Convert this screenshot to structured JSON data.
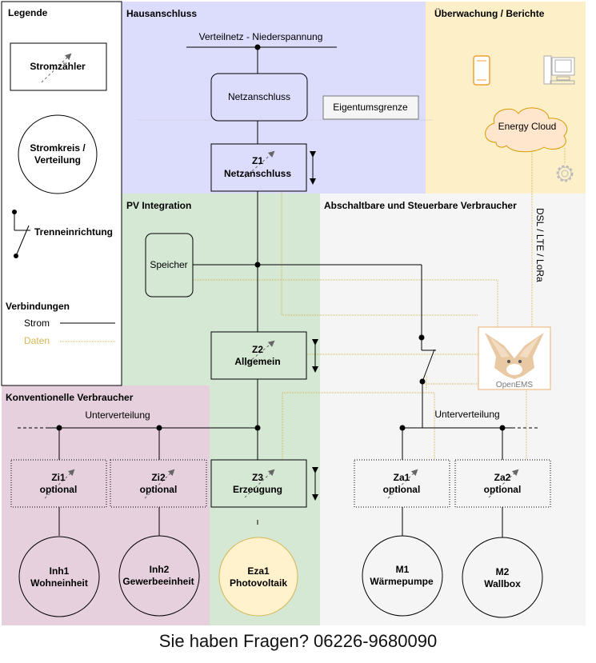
{
  "legend": {
    "title": "Legende",
    "meter": "Stromzähler",
    "circuit_line1": "Stromkreis /",
    "circuit_line2": "Verteilung",
    "disconnector": "Trenneinrichtung",
    "connections_title": "Verbindungen",
    "power": "Strom",
    "data": "Daten"
  },
  "zones": {
    "hausanschluss": "Hausanschluss",
    "monitoring": "Überwachung / Berichte",
    "pv": "PV Integration",
    "switchable": "Abschaltbare und Steuerbare Verbraucher",
    "conventional": "Konventionelle Verbraucher"
  },
  "grid": {
    "verteilnetz": "Verteilnetz - Niederspannung",
    "netzanschluss": "Netzanschluss",
    "eigentumsgrenze": "Eigentumsgrenze",
    "energy_cloud": "Energy Cloud",
    "link_label": "DSL / LTE / LoRa"
  },
  "meters": {
    "z1_id": "Z1",
    "z1_name": "Netzanschluss",
    "z2_id": "Z2",
    "z2_name": "Allgemein",
    "z3_id": "Z3",
    "z3_name": "Erzeugung",
    "zi1_id": "Zi1",
    "zi1_name": "optional",
    "zi2_id": "Zi2",
    "zi2_name": "optional",
    "za1_id": "Za1",
    "za1_name": "optional",
    "za2_id": "Za2",
    "za2_name": "optional"
  },
  "storage": "Speicher",
  "openems": "OpenEMS",
  "subdistribution_left": "Unterverteilung",
  "subdistribution_right": "Unterverteilung",
  "consumers": {
    "inh1_id": "Inh1",
    "inh1_name": "Wohneinheit",
    "inh2_id": "Inh2",
    "inh2_name": "Gewerbeeinheit",
    "eza1_id": "Eza1",
    "eza1_name": "Photovoltaik",
    "m1_id": "M1",
    "m1_name": "Wärmepumpe",
    "m2_id": "M2",
    "m2_name": "Wallbox"
  },
  "footer": "Sie haben Fragen? 06226-9680090",
  "colors": {
    "hausanschluss": "#dcdcfc",
    "monitoring": "#fdf0c8",
    "pv": "#d5e8d4",
    "switchable": "#f5f5f5",
    "conventional": "#e6d0de",
    "data_line": "#d6b656",
    "cloud_fill": "#ffe6cc",
    "cloud_stroke": "#d79b00",
    "pv_fill": "#fff2cc"
  }
}
